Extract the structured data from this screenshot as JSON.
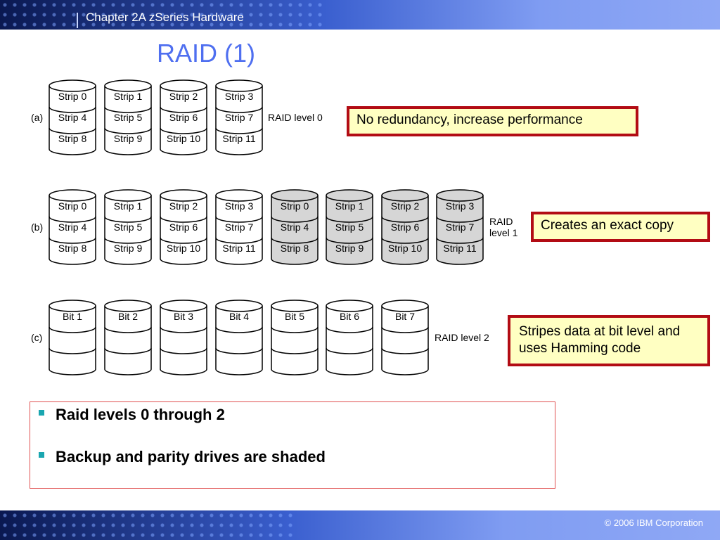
{
  "header": {
    "chapter_title": "Chapter 2A zSeries Hardware"
  },
  "title": "RAID (1)",
  "rows": [
    {
      "id": "a",
      "label": "(a)",
      "raid_label": [
        "RAID level 0"
      ],
      "disks": [
        {
          "cells": [
            "Strip 0",
            "Strip 4",
            "Strip 8"
          ],
          "shaded": false
        },
        {
          "cells": [
            "Strip 1",
            "Strip 5",
            "Strip 9"
          ],
          "shaded": false
        },
        {
          "cells": [
            "Strip 2",
            "Strip 6",
            "Strip 10"
          ],
          "shaded": false
        },
        {
          "cells": [
            "Strip 3",
            "Strip 7",
            "Strip 11"
          ],
          "shaded": false
        }
      ]
    },
    {
      "id": "b",
      "label": "(b)",
      "raid_label": [
        "RAID",
        "level 1"
      ],
      "disks": [
        {
          "cells": [
            "Strip 0",
            "Strip 4",
            "Strip 8"
          ],
          "shaded": false
        },
        {
          "cells": [
            "Strip 1",
            "Strip 5",
            "Strip 9"
          ],
          "shaded": false
        },
        {
          "cells": [
            "Strip 2",
            "Strip 6",
            "Strip 10"
          ],
          "shaded": false
        },
        {
          "cells": [
            "Strip 3",
            "Strip 7",
            "Strip 11"
          ],
          "shaded": false
        },
        {
          "cells": [
            "Strip 0",
            "Strip 4",
            "Strip 8"
          ],
          "shaded": true
        },
        {
          "cells": [
            "Strip 1",
            "Strip 5",
            "Strip 9"
          ],
          "shaded": true
        },
        {
          "cells": [
            "Strip 2",
            "Strip 6",
            "Strip 10"
          ],
          "shaded": true
        },
        {
          "cells": [
            "Strip 3",
            "Strip 7",
            "Strip 11"
          ],
          "shaded": true
        }
      ]
    },
    {
      "id": "c",
      "label": "(c)",
      "raid_label": [
        "RAID level 2"
      ],
      "disks": [
        {
          "cells": [
            "Bit 1",
            "",
            ""
          ],
          "shaded": false
        },
        {
          "cells": [
            "Bit 2",
            "",
            ""
          ],
          "shaded": false
        },
        {
          "cells": [
            "Bit 3",
            "",
            ""
          ],
          "shaded": false
        },
        {
          "cells": [
            "Bit 4",
            "",
            ""
          ],
          "shaded": false
        },
        {
          "cells": [
            "Bit 5",
            "",
            ""
          ],
          "shaded": false
        },
        {
          "cells": [
            "Bit 6",
            "",
            ""
          ],
          "shaded": false
        },
        {
          "cells": [
            "Bit 7",
            "",
            ""
          ],
          "shaded": false
        }
      ]
    }
  ],
  "callouts": {
    "a": "No redundancy, increase performance",
    "b": "Creates an exact copy",
    "c": "Stripes data at bit level and uses Hamming code"
  },
  "bullets": [
    "Raid levels 0 through 2",
    "Backup and parity drives are shaded"
  ],
  "footer": {
    "copyright": "© 2006 IBM Corporation"
  },
  "colors": {
    "title": "#4f6ff0",
    "callout_border": "#b20c14",
    "callout_fill": "#ffffc2",
    "shaded_disk": "#d6d6d6",
    "bullet_mark": "#1aa6b0"
  }
}
